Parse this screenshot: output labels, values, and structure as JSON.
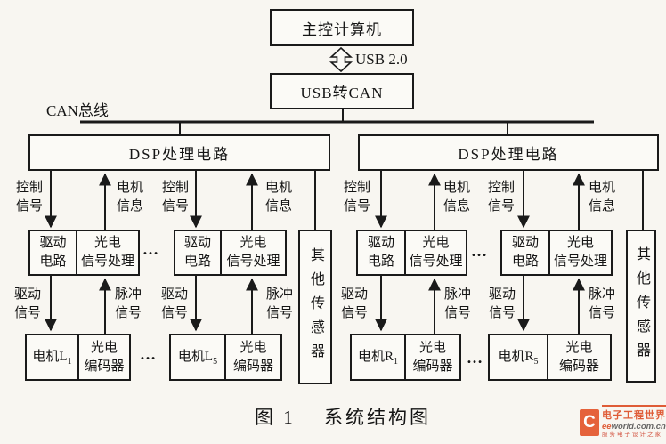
{
  "top": {
    "main_computer": "主控计算机",
    "usb": "USB 2.0",
    "usb_to_can": "USB转CAN",
    "can_bus": "CAN总线"
  },
  "dsp_label": "DSP处理电路",
  "labels": {
    "control": [
      "控制",
      "信号"
    ],
    "motor_info": [
      "电机",
      "信息"
    ],
    "drive_signal": [
      "驱动",
      "信号"
    ],
    "pulse_signal": [
      "脉冲",
      "信号"
    ],
    "drive_circuit": [
      "驱动",
      "电路"
    ],
    "photo_processing": [
      "光电",
      "信号处理"
    ],
    "encoder": [
      "光电",
      "编码器"
    ],
    "other_sensors": "其他传感器",
    "ellipsis": "…"
  },
  "motors": [
    {
      "prefix": "电机L",
      "sub": "1"
    },
    {
      "prefix": "电机L",
      "sub": "5"
    },
    {
      "prefix": "电机R",
      "sub": "1"
    },
    {
      "prefix": "电机R",
      "sub": "5"
    }
  ],
  "caption": {
    "text": "图 1　 系统结构图"
  },
  "watermark": {
    "logo_letter": "C",
    "site_name": "电子工程世界",
    "url_ee": "ee",
    "url_rest": "world.com.cn",
    "slogan": "服务电子设计之家",
    "brand_color": "#dd4f28"
  }
}
